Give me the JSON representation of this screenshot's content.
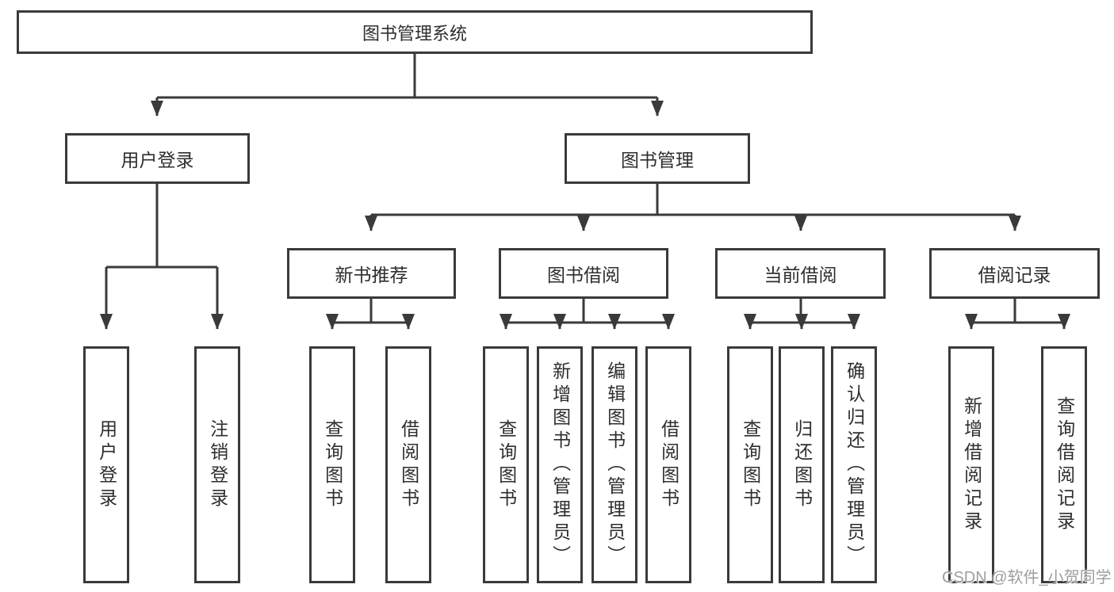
{
  "diagram": {
    "root": {
      "label": "图书管理系统"
    },
    "branches": [
      {
        "label": "用户登录",
        "children": [
          {
            "label": "用户登录"
          },
          {
            "label": "注销登录"
          }
        ]
      },
      {
        "label": "图书管理",
        "children": [
          {
            "label": "新书推荐",
            "children": [
              {
                "label": "查询图书"
              },
              {
                "label": "借阅图书"
              }
            ]
          },
          {
            "label": "图书借阅",
            "children": [
              {
                "label": "查询图书"
              },
              {
                "label": "新增图书（管理员）"
              },
              {
                "label": "编辑图书（管理员）"
              },
              {
                "label": "借阅图书"
              }
            ]
          },
          {
            "label": "当前借阅",
            "children": [
              {
                "label": "查询图书"
              },
              {
                "label": "归还图书"
              },
              {
                "label": "确认归还（管理员）"
              }
            ]
          },
          {
            "label": "借阅记录",
            "children": [
              {
                "label": "新增借阅记录"
              },
              {
                "label": "查询借阅记录"
              }
            ]
          }
        ]
      }
    ]
  },
  "watermark": {
    "text": "CSDN @软件_小贺同学"
  },
  "colors": {
    "line": "#3a3a3a",
    "text": "#2e2e2e",
    "box_background": "#ffffff",
    "watermark": "#9e9e9e"
  }
}
